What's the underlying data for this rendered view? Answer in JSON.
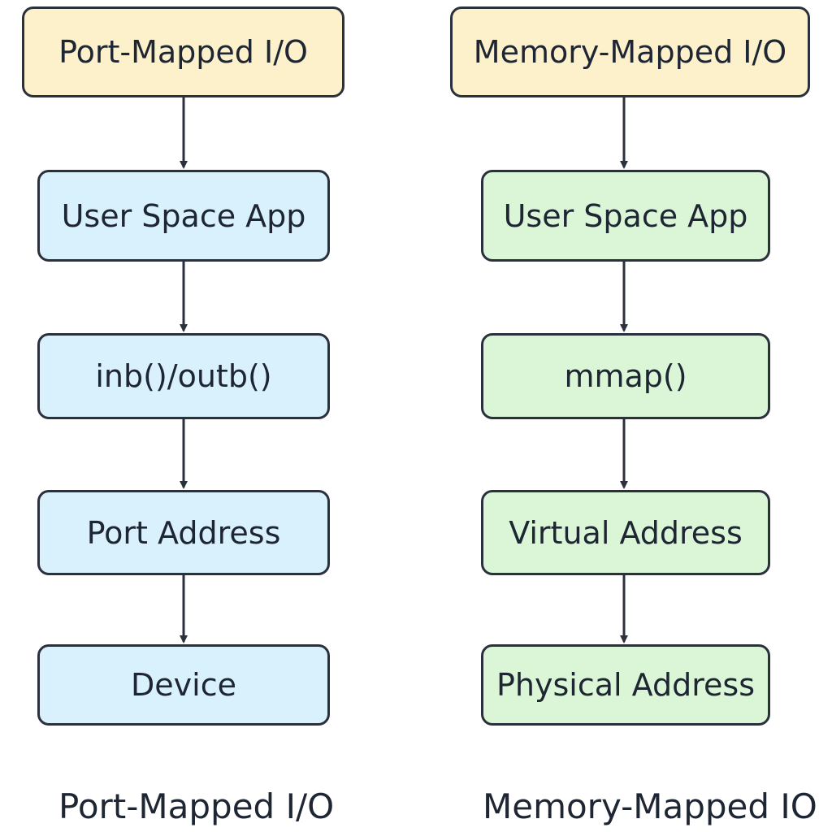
{
  "colors": {
    "header_fill": "#fdf1cc",
    "port_fill": "#d8f1fc",
    "memory_fill": "#dbf6d6",
    "stroke": "#2b313c"
  },
  "port_mapped": {
    "header": "Port-Mapped I/O",
    "steps": [
      "User Space App",
      "inb()/outb()",
      "Port Address",
      "Device"
    ],
    "caption": "Port-Mapped I/O"
  },
  "memory_mapped": {
    "header": "Memory-Mapped I/O",
    "steps": [
      "User Space App",
      "mmap()",
      "Virtual Address",
      "Physical Address"
    ],
    "caption": "Memory-Mapped IO"
  }
}
